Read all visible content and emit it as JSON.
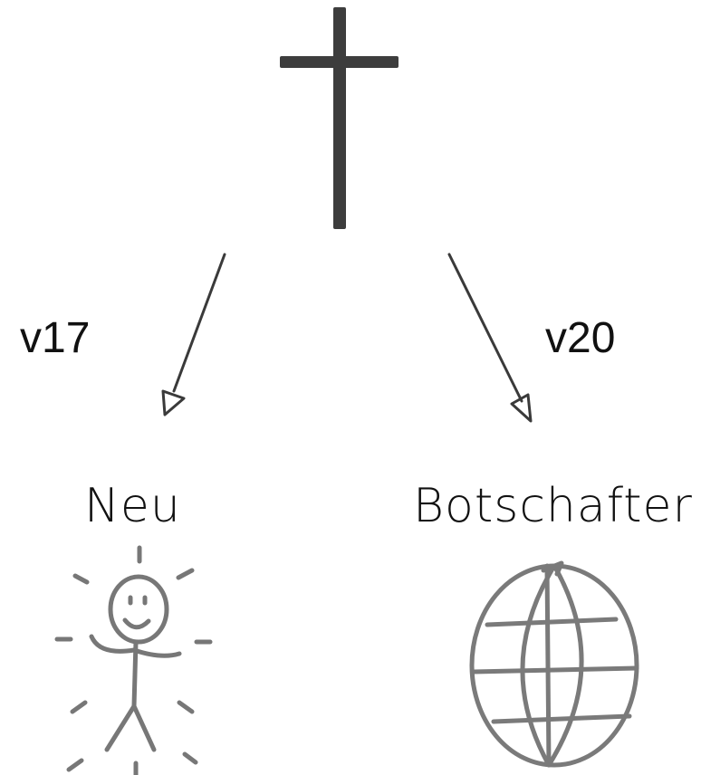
{
  "diagram": {
    "left_branch": {
      "verse": "v17",
      "caption": "Neu",
      "icon": "stick-figure-icon"
    },
    "right_branch": {
      "verse": "v20",
      "caption": "Botschafter",
      "icon": "globe-icon"
    },
    "top_icon": "cross-icon",
    "colors": {
      "ink": "#3a3a3a",
      "pencil": "#7a7a7a",
      "text": "#111111"
    }
  }
}
